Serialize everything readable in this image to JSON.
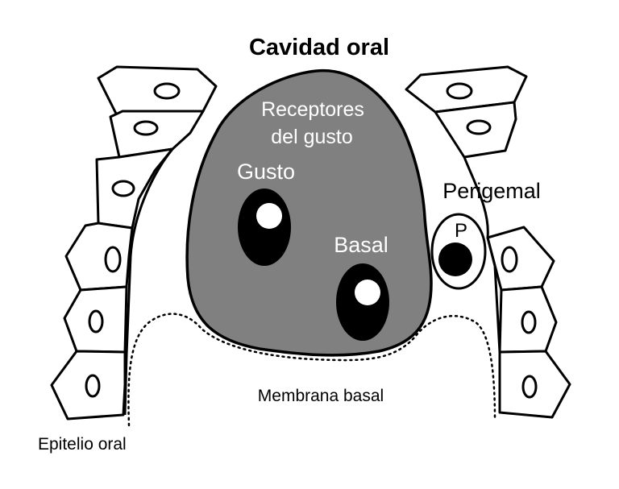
{
  "title": "Cavidad oral",
  "labels": {
    "receptors_line1": "Receptores",
    "receptors_line2": "del gusto",
    "gusto": "Gusto",
    "basal": "Basal",
    "perigemal": "Perigemal",
    "perigemal_letter": "P",
    "membrana_basal": "Membrana basal",
    "epitelio_oral": "Epitelio oral"
  },
  "colors": {
    "bud_fill": "#808080",
    "nucleus_black": "#000000",
    "line": "#000000",
    "background": "#ffffff"
  }
}
